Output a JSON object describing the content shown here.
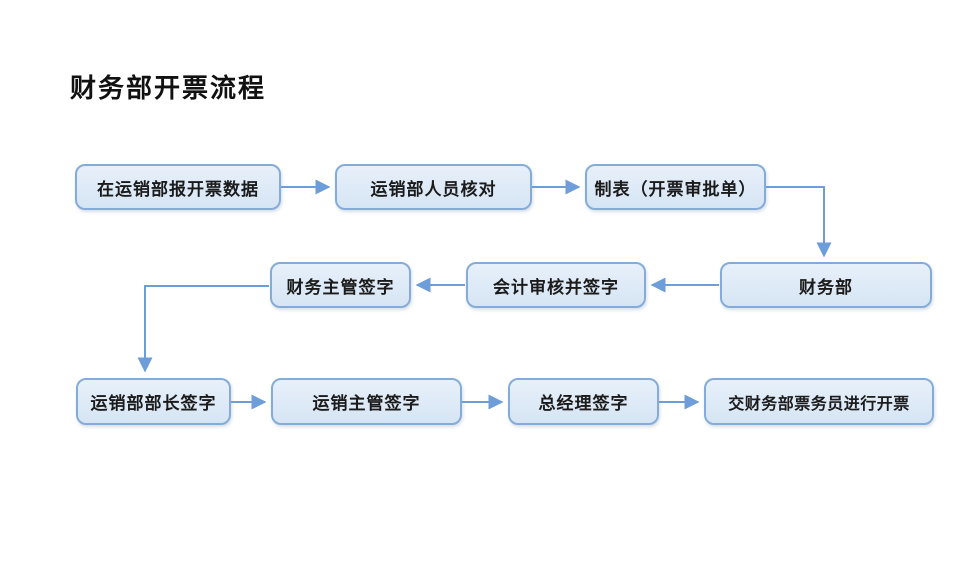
{
  "page": {
    "title": "财务部开票流程"
  },
  "colors": {
    "title_color": "#111111",
    "box_fill_top": "#e7f0fa",
    "box_fill_bottom": "#d6e5f4",
    "box_border": "#85acd8",
    "arrow": "#6d9eda",
    "text": "#1b1b1b"
  },
  "nodes": [
    {
      "label": "在运销部报开票数据"
    },
    {
      "label": "运销部人员核对"
    },
    {
      "label": "制表（开票审批单）"
    },
    {
      "label": "财务部"
    },
    {
      "label": "会计审核并签字"
    },
    {
      "label": "财务主管签字"
    },
    {
      "label": "运销部部长签字"
    },
    {
      "label": "运销主管签字"
    },
    {
      "label": "总经理签字"
    },
    {
      "label": "交财务部票务员进行开票"
    }
  ],
  "edges": [
    {
      "from": "在运销部报开票数据",
      "to": "运销部人员核对"
    },
    {
      "from": "运销部人员核对",
      "to": "制表（开票审批单）"
    },
    {
      "from": "制表（开票审批单）",
      "to": "财务部"
    },
    {
      "from": "财务部",
      "to": "会计审核并签字"
    },
    {
      "from": "会计审核并签字",
      "to": "财务主管签字"
    },
    {
      "from": "财务主管签字",
      "to": "运销部部长签字"
    },
    {
      "from": "运销部部长签字",
      "to": "运销主管签字"
    },
    {
      "from": "运销主管签字",
      "to": "总经理签字"
    },
    {
      "from": "总经理签字",
      "to": "交财务部票务员进行开票"
    }
  ]
}
